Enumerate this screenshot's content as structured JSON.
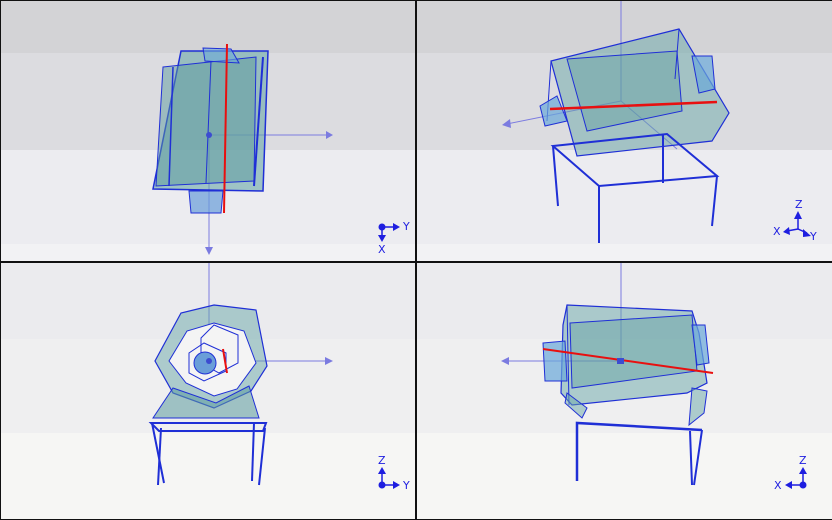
{
  "viewports": [
    {
      "id": "top-view",
      "axes": {
        "h": "Y",
        "v": "X"
      }
    },
    {
      "id": "iso-view",
      "axes": {
        "z": "Z",
        "x": "X",
        "y": "Y"
      }
    },
    {
      "id": "front-view",
      "axes": {
        "h": "Y",
        "v": "Z"
      }
    },
    {
      "id": "side-view",
      "axes": {
        "h": "X",
        "v": "Z"
      }
    }
  ],
  "colors": {
    "edge": "#1f2fd6",
    "fill": "#6aa8a8",
    "centerline": "#e81010",
    "axis_line": "#7b7be0",
    "divider": "#111111"
  }
}
